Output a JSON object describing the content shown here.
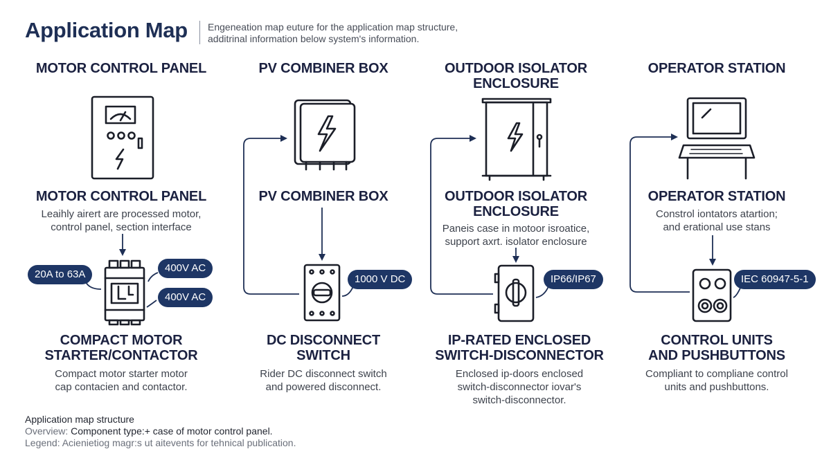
{
  "header": {
    "title": "Application Map",
    "subtitle_line1": "Engeneation map euture for the application map structure,",
    "subtitle_line2": "additrinal information below system's information."
  },
  "columns": [
    {
      "heading": "MOTOR CONTROL PANEL",
      "upper_title": "MOTOR CONTROL PANEL",
      "upper_desc_line1": "Leaihly airert are processed motor,",
      "upper_desc_line2": "control panel, section interface",
      "badges": [
        "20A to 63A",
        "400V AC",
        "400V AC"
      ],
      "lower_title_line1": "COMPACT MOTOR",
      "lower_title_line2": "STARTER/CONTACTOR",
      "lower_desc_line1": "Compact motor starter motor",
      "lower_desc_line2": "cap contacien and contactor."
    },
    {
      "heading": "PV COMBINER BOX",
      "upper_title": "PV COMBINER BOX",
      "badges": [
        "1000 V DC"
      ],
      "lower_title_line1": "DC DISCONNECT",
      "lower_title_line2": "SWITCH",
      "lower_desc_line1": "Rider DC disconnect switch",
      "lower_desc_line2": "and powered disconnect."
    },
    {
      "heading_line1": "OUTDOOR ISOLATOR",
      "heading_line2": "ENCLOSURE",
      "upper_title_line1": "OUTDOOR ISOLATOR",
      "upper_title_line2": "ENCLOSURE",
      "upper_desc_line1": "Paneis case in motoor isroatice,",
      "upper_desc_line2": "support axrt. isolator enclosure",
      "badges": [
        "IP66/IP67"
      ],
      "lower_title_line1": "IP-RATED ENCLOSED",
      "lower_title_line2": "SWITCH-DISCONNECTOR",
      "lower_desc_line1": "Enclosed ip-doors  enclosed",
      "lower_desc_line2": "switch-disconnector iovar's",
      "lower_desc_line3": "switch-disconnector."
    },
    {
      "heading": "OPERATOR STATION",
      "upper_title": "OPERATOR STATION",
      "upper_desc_line1": "Constrol iontators atartion;",
      "upper_desc_line2": "and erational use stans",
      "badges": [
        "IEC 60947-5-1"
      ],
      "lower_title_line1": "CONTROL UNITS",
      "lower_title_line2": "AND PUSHBUTTONS",
      "lower_desc_line1": "Compliant to compliane control",
      "lower_desc_line2": "units and pushbuttons."
    }
  ],
  "footer": {
    "line1": "Application map structure",
    "line2_label": "Overview: ",
    "line2_value": "Component type:+ case of motor control panel.",
    "line3": "Legend: Acienietiog magr:s ut aitevents for tehnical publication."
  },
  "colors": {
    "accent": "#1e3665",
    "title": "#1e2f55",
    "line": "#1e2f55",
    "text": "#1c1f2b"
  }
}
